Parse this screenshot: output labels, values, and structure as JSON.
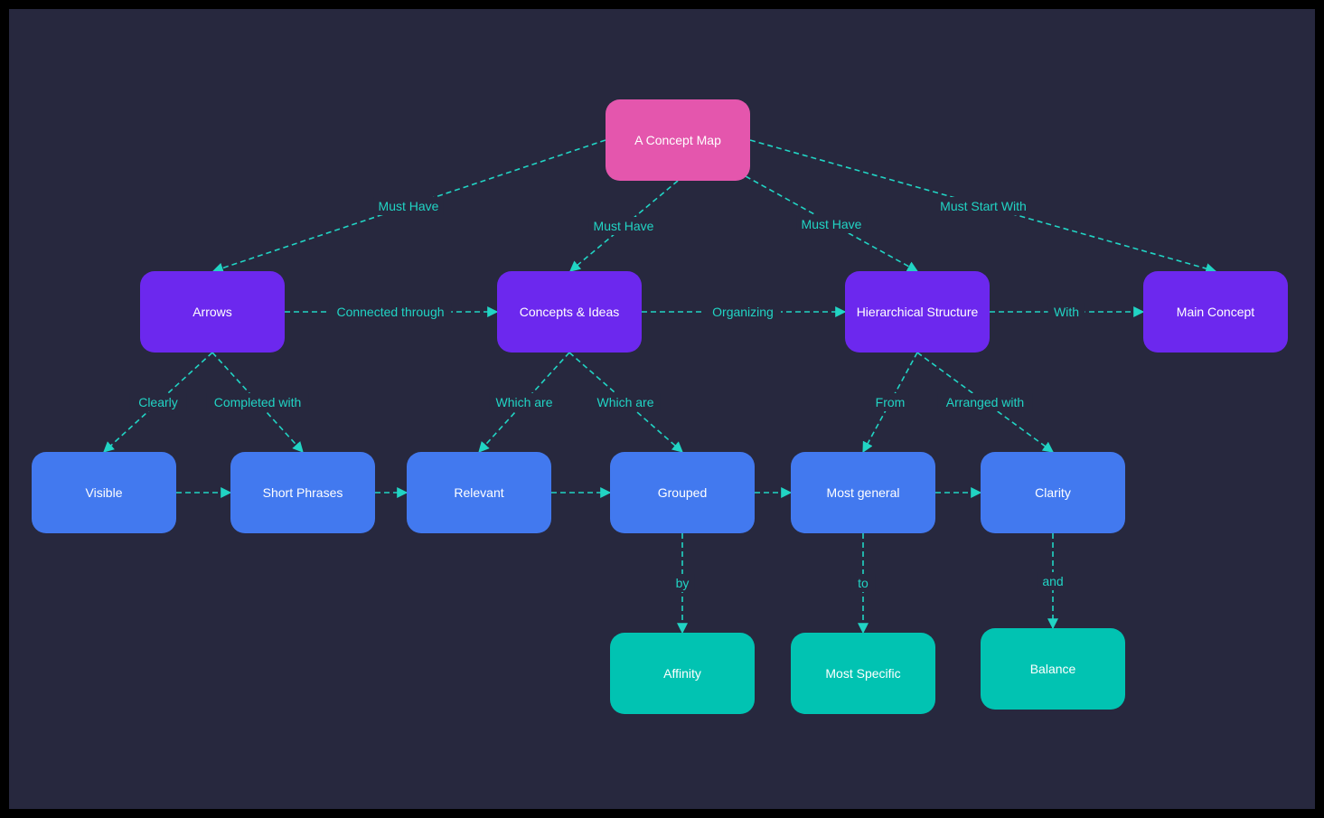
{
  "colors": {
    "background": "#27283e",
    "frame": "#000000",
    "root": "#e456ad",
    "level1": "#6c28ee",
    "level2": "#4279ef",
    "level3": "#01c3b2",
    "connector": "#21d4c4"
  },
  "nodes": {
    "root": "A Concept Map",
    "arrows": "Arrows",
    "concepts": "Concepts & Ideas",
    "hierarchy": "Hierarchical Structure",
    "main_concept": "Main Concept",
    "visible": "Visible",
    "short_phrases": "Short Phrases",
    "relevant": "Relevant",
    "grouped": "Grouped",
    "most_general": "Most general",
    "clarity": "Clarity",
    "affinity": "Affinity",
    "most_specific": "Most Specific",
    "balance": "Balance"
  },
  "labels": {
    "root_arrows": "Must Have",
    "root_concepts": "Must Have",
    "root_hierarchy": "Must Have",
    "root_main": "Must Start With",
    "arrows_concepts": "Connected through",
    "concepts_hierarchy": "Organizing",
    "hierarchy_main": "With",
    "arrows_visible": "Clearly",
    "arrows_short": "Completed with",
    "concepts_relevant": "Which are",
    "concepts_grouped": "Which are",
    "hierarchy_general": "From",
    "hierarchy_clarity": "Arranged with",
    "grouped_affinity": "by",
    "general_specific": "to",
    "clarity_balance": "and"
  }
}
